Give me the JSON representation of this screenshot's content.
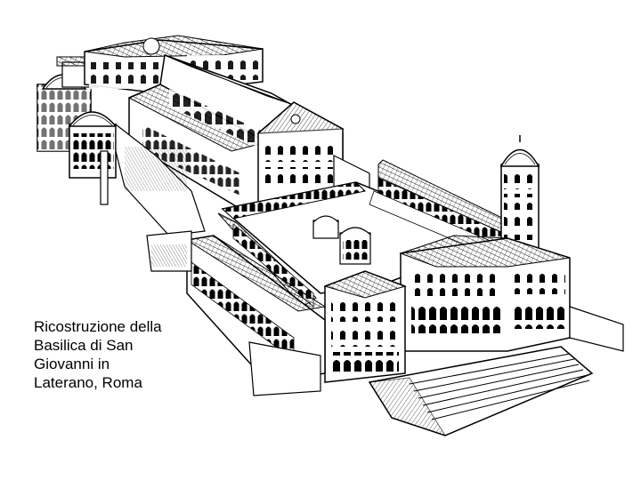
{
  "caption": {
    "lines": [
      "Ricostruzione della",
      "Basilica di San",
      "Giovanni in",
      "Laterano, Roma"
    ]
  },
  "illustration": {
    "subject": "basilica-reconstruction-engraving",
    "ink_color": "#000000",
    "paper_color": "#ffffff"
  }
}
